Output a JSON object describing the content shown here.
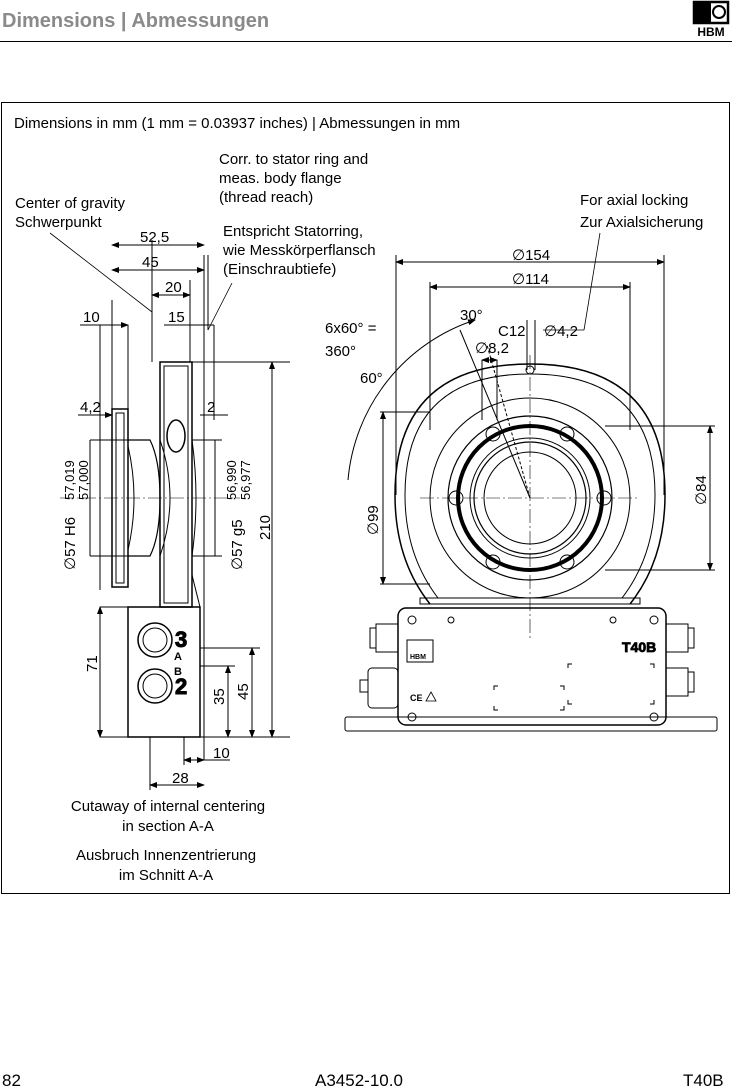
{
  "header": {
    "title": "Dimensions | Abmessungen",
    "logo_text": "HBM"
  },
  "frame": {
    "caption": "Dimensions in mm (1 mm = 0.03937 inches) | Abmessungen in mm"
  },
  "annotations": {
    "center_gravity_en": "Center of gravity",
    "center_gravity_de": "Schwerpunkt",
    "corr_1": "Corr. to stator ring and",
    "corr_2": "meas. body flange",
    "corr_3": "(thread reach)",
    "ent_1": "Entspricht Statorring,",
    "ent_2": "wie Messkörperflansch",
    "ent_3": "(Einschraubtiefe)",
    "axial_en": "For axial locking",
    "axial_de": "Zur Axialsicherung",
    "cutaway_1": "Cutaway of internal centering",
    "cutaway_2": "in section A-A",
    "ausbruch_1": "Ausbruch Innenzentrierung",
    "ausbruch_2": "im Schnitt A-A"
  },
  "side_view": {
    "d_52_5": "52,5",
    "d_45_top": "45",
    "d_20": "20",
    "d_10_top": "10",
    "d_15": "15",
    "d_4_2": "4,2",
    "d_2": "2",
    "d_h6": "∅57 H6",
    "h6_upper": "57,019",
    "h6_lower": "57,000",
    "d_g5": "∅57 g5",
    "g5_upper": "56,990",
    "g5_lower": "56,977",
    "d_210": "210",
    "d_71": "71",
    "d_35": "35",
    "d_45_bottom": "45",
    "d_10_bottom": "10",
    "d_28": "28",
    "conn_3": "3",
    "conn_2": "2",
    "conn_a": "A",
    "conn_b": "B"
  },
  "front_view": {
    "d_154": "∅154",
    "d_114": "∅114",
    "d_30": "30°",
    "d_6x60": "6x60° =",
    "d_360": "360°",
    "d_c12": "C12",
    "d_4_2": "∅4,2",
    "d_8_2": "∅8,2",
    "d_60": "60°",
    "d_99": "∅99",
    "d_84": "∅84",
    "model": "T40B",
    "housing_logo": "HBM"
  },
  "footer": {
    "page": "82",
    "doc": "A3452-10.0",
    "product": "T40B"
  }
}
